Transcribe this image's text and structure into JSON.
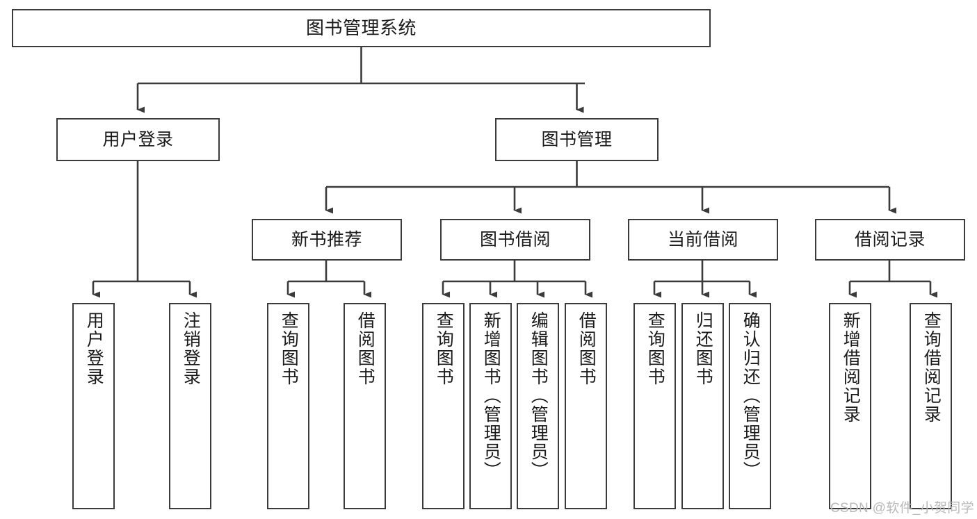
{
  "diagram": {
    "title": "图书管理系统",
    "type": "tree-structure-chart",
    "stroke_color": "#3b3b3b",
    "text_color": "#1a1a1a",
    "background_color": "#ffffff",
    "watermark": "CSDN @软件_小贺同学",
    "watermark_color": "#b9b9b9"
  },
  "nodes": {
    "root": {
      "label": "图书管理系统"
    },
    "level2": [
      {
        "id": "user-login",
        "label": "用户登录"
      },
      {
        "id": "book-manage",
        "label": "图书管理"
      }
    ],
    "level3": [
      {
        "id": "new-book-recommend",
        "label": "新书推荐"
      },
      {
        "id": "book-borrow",
        "label": "图书借阅"
      },
      {
        "id": "current-borrow",
        "label": "当前借阅"
      },
      {
        "id": "borrow-record",
        "label": "借阅记录"
      }
    ],
    "leaves": {
      "user_login": [
        {
          "id": "leaf-user-login",
          "label": "用户登录"
        },
        {
          "id": "leaf-logout-login",
          "label": "注销登录"
        }
      ],
      "new_book_recommend": [
        {
          "id": "leaf-query-book-1",
          "label": "查询图书"
        },
        {
          "id": "leaf-borrow-book-1",
          "label": "借阅图书"
        }
      ],
      "book_borrow": [
        {
          "id": "leaf-query-book-2",
          "label": "查询图书"
        },
        {
          "id": "leaf-add-book-admin",
          "label": "新增图书（管理员）"
        },
        {
          "id": "leaf-edit-book-admin",
          "label": "编辑图书（管理员）"
        },
        {
          "id": "leaf-borrow-book-2",
          "label": "借阅图书"
        }
      ],
      "current_borrow": [
        {
          "id": "leaf-query-book-3",
          "label": "查询图书"
        },
        {
          "id": "leaf-return-book",
          "label": "归还图书"
        },
        {
          "id": "leaf-confirm-return-admin",
          "label": "确认归还（管理员）"
        }
      ],
      "borrow_record": [
        {
          "id": "leaf-add-borrow-record",
          "label": "新增借阅记录"
        },
        {
          "id": "leaf-query-borrow-record",
          "label": "查询借阅记录"
        }
      ]
    }
  }
}
